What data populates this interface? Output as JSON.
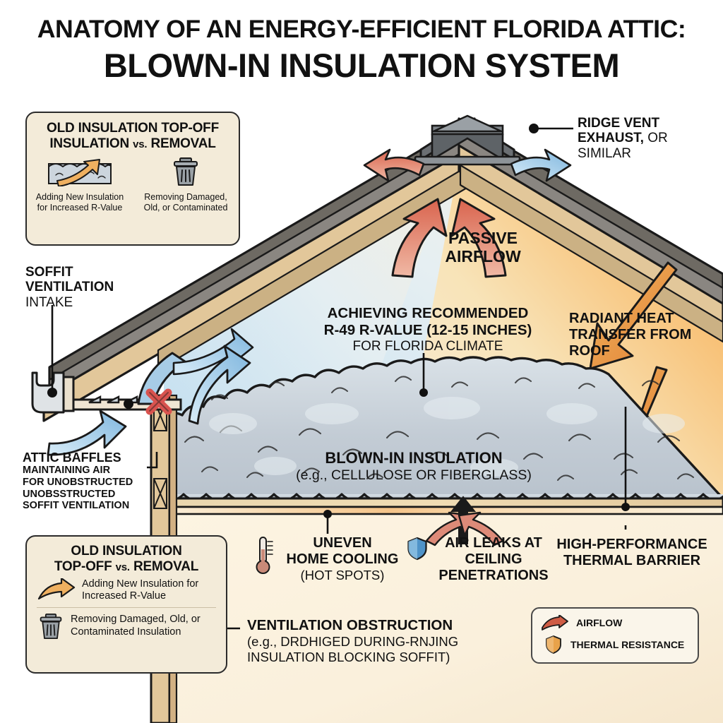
{
  "title": {
    "line1": "ANATOMY OF AN ENERGY-EFFICIENT FLORIDA ATTIC:",
    "line2": "BLOWN-IN INSULATION SYSTEM"
  },
  "top_left_box": {
    "title_line1": "OLD INSULATION TOP-OFF",
    "title_line2_bold_a": "INSULATION",
    "title_line2_small": "vs.",
    "title_line2_bold_b": "REMOVAL",
    "left_item": {
      "icon": "insulation-with-up-arrow-icon",
      "caption": "Adding New Insulation for Increased R-Value"
    },
    "right_item": {
      "icon": "trash-can-icon",
      "caption": "Removing Damaged, Old, or Contaminated"
    }
  },
  "bottom_left_box": {
    "title_line1": "OLD INSULATION",
    "title_line2_bold_a": "TOP-OFF",
    "title_line2_small": "vs.",
    "title_line2_bold_b": "REMOVAL",
    "row1": {
      "icon": "orange-curved-arrow-icon",
      "text": "Adding New Insulation for Increased R-Value"
    },
    "row2": {
      "icon": "trash-can-icon",
      "text": "Removing Damaged, Old, or Contaminated Insulation"
    }
  },
  "legend_box": {
    "items": [
      {
        "icon": "airflow-arrow-icon",
        "label": "AIRFLOW",
        "color": "#d9644e"
      },
      {
        "icon": "thermal-shield-icon",
        "label": "THERMAL RESISTANCE",
        "color": "#e8a24a"
      }
    ]
  },
  "callouts": {
    "ridge_vent": {
      "bold": "RIDGE VENT EXHAUST,",
      "regular": " OR SIMILAR"
    },
    "soffit": {
      "bold_line1": "SOFFIT",
      "bold_line2": "VENTILATION",
      "regular": "INTAKE"
    },
    "attic_baffles": {
      "bold": "ATTIC BAFFLES",
      "sub_line1": "MAINTAINING AIR",
      "sub_line2": "FOR UNOBSTRUCTED",
      "sub_line3": "UNOBSSTRUCTED",
      "sub_line4": "SOFFIT VENTILATION"
    },
    "passive_airflow": {
      "line1": "PASSIVE",
      "line2": "AIRFLOW"
    },
    "r_value": {
      "bold_line1": "ACHIEVING RECOMMENDED",
      "bold_line2": "R-49 R-VALUE (12-15 INCHES)",
      "regular": "FOR FLORIDA CLIMATE"
    },
    "radiant_heat": {
      "line1": "RADIANT HEAT",
      "line2": "TRANSFER FROM",
      "line3": "ROOF"
    },
    "blown_in": {
      "bold": "BLOWN-IN INSULATION",
      "regular": "(e.g., CELLULOSE OR FIBERGLASS)"
    },
    "uneven_cooling": {
      "icon": "thermometer-icon",
      "bold_line1": "UNEVEN",
      "bold_line2": "HOME COOLING",
      "regular": "(HOT SPOTS)"
    },
    "air_leaks": {
      "icon": "blue-shield-icon",
      "line1": "AIR LEAKS AT",
      "line2": "CEILING",
      "line3": "PENETRATIONS"
    },
    "thermal_barrier": {
      "line1": "HIGH-PERFORMANCE",
      "line2": "THERMAL BARRIER"
    },
    "ventilation_obstruction": {
      "bold": "VENTILATION OBSTRUCTION",
      "sub_line1": "(e.g., DRDHIGED DURING-RNJING",
      "sub_line2": "INSULATION BLOCKING SOFFIT)"
    }
  },
  "colors": {
    "attic_interior": "#f7eeda",
    "heat_orange": "#f5a64a",
    "roof_tan": "#e2c79a",
    "roof_shingle": "#6e6a63",
    "insulation_grey": "#c9d2da",
    "airflow_red": "#d9644e",
    "airflow_blue": "#7fb6de",
    "wall_cream": "#faf0dc",
    "box_fill": "#f3ebd9"
  }
}
